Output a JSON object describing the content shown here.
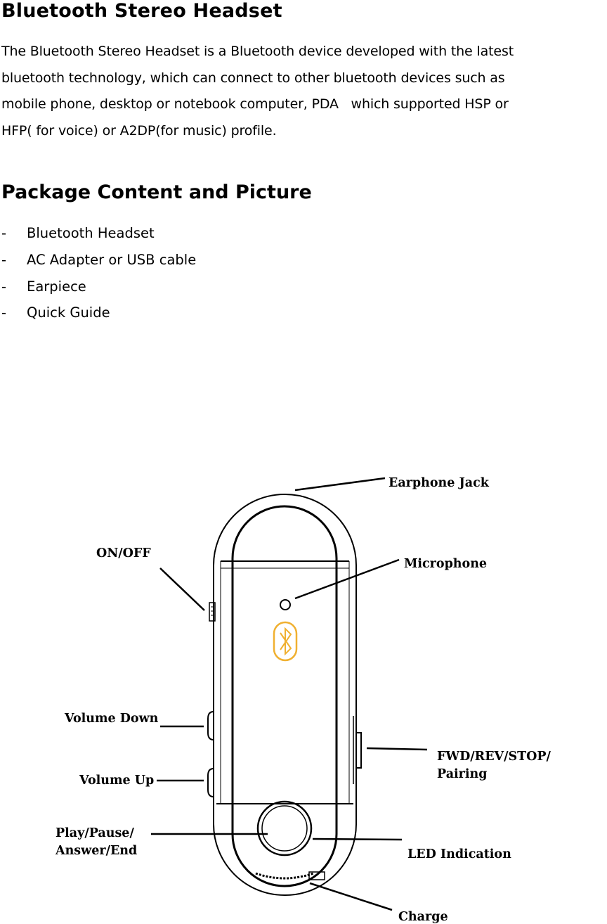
{
  "heading1": "Bluetooth Stereo Headset",
  "intro_lines": [
    "The Bluetooth Stereo Headset is a Bluetooth device developed with the latest",
    "bluetooth technology, which can connect to other bluetooth devices such as",
    "mobile phone, desktop or notebook computer, PDA   which supported HSP or",
    "HFP( for voice) or A2DP(for music) profile."
  ],
  "heading2": "Package Content and Picture",
  "package_items": [
    "Bluetooth Headset",
    "AC Adapter or USB cable",
    "Earpiece",
    "Quick Guide"
  ],
  "list_marker": "-",
  "callouts": {
    "earphone_jack": "Earphone Jack",
    "on_off": "ON/OFF",
    "microphone": "Microphone",
    "volume_down": "Volume Down",
    "volume_up": "Volume Up",
    "fwd_rev_line1": "FWD/REV/STOP/",
    "fwd_rev_line2": "Pairing",
    "play_line1": "Play/Pause/",
    "play_line2": "Answer/End",
    "led": "LED Indication",
    "charge": "Charge"
  },
  "icons": {
    "bluetooth_logo": "bluetooth-icon"
  },
  "colors": {
    "bluetooth_logo": "#f0b030"
  }
}
